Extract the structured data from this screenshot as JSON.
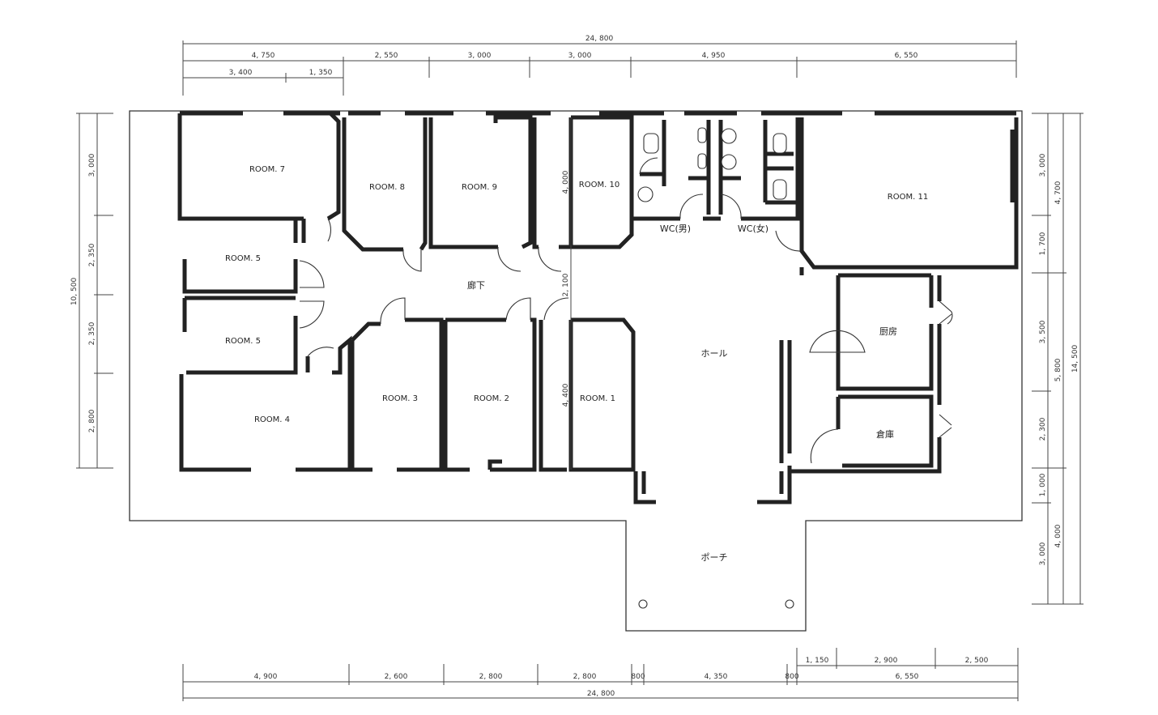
{
  "rooms": {
    "room7": "ROOM. 7",
    "room8": "ROOM. 8",
    "room9": "ROOM. 9",
    "room10": "ROOM. 10",
    "room11": "ROOM. 11",
    "room5a": "ROOM. 5",
    "room5b": "ROOM. 5",
    "room4": "ROOM. 4",
    "room3": "ROOM. 3",
    "room2": "ROOM. 2",
    "room1": "ROOM. 1",
    "corridor": "廊下",
    "hall": "ホール",
    "kitchen": "厨房",
    "storage": "倉庫",
    "porch": "ポーチ",
    "wc_men": "WC(男)",
    "wc_women": "WC(女)"
  },
  "dimensions": {
    "top_total": "24, 800",
    "top_row1": [
      "4, 750",
      "2, 550",
      "3, 000",
      "3, 000",
      "4, 950",
      "6, 550"
    ],
    "top_row2": [
      "3, 400",
      "1, 350"
    ],
    "left_total": "10, 500",
    "left_segments": [
      "3, 000",
      "2, 350",
      "2, 350",
      "2, 800"
    ],
    "right_inner": [
      "3, 000",
      "1, 700",
      "3, 500",
      "2, 300",
      "1, 000",
      "3, 000"
    ],
    "right_mid": [
      "4, 700",
      "5, 800",
      "4, 000"
    ],
    "right_total": "14, 500",
    "bottom_row_upper": [
      "1, 150",
      "2, 900",
      "2, 500"
    ],
    "bottom_row": [
      "4, 900",
      "2, 600",
      "2, 800",
      "2, 800",
      "800",
      "4, 350",
      "800",
      "6, 550"
    ],
    "bottom_total": "24, 800",
    "interior": {
      "room10_h": "4, 000",
      "corridor_h": "2, 100",
      "room1_h": "4, 400"
    }
  }
}
